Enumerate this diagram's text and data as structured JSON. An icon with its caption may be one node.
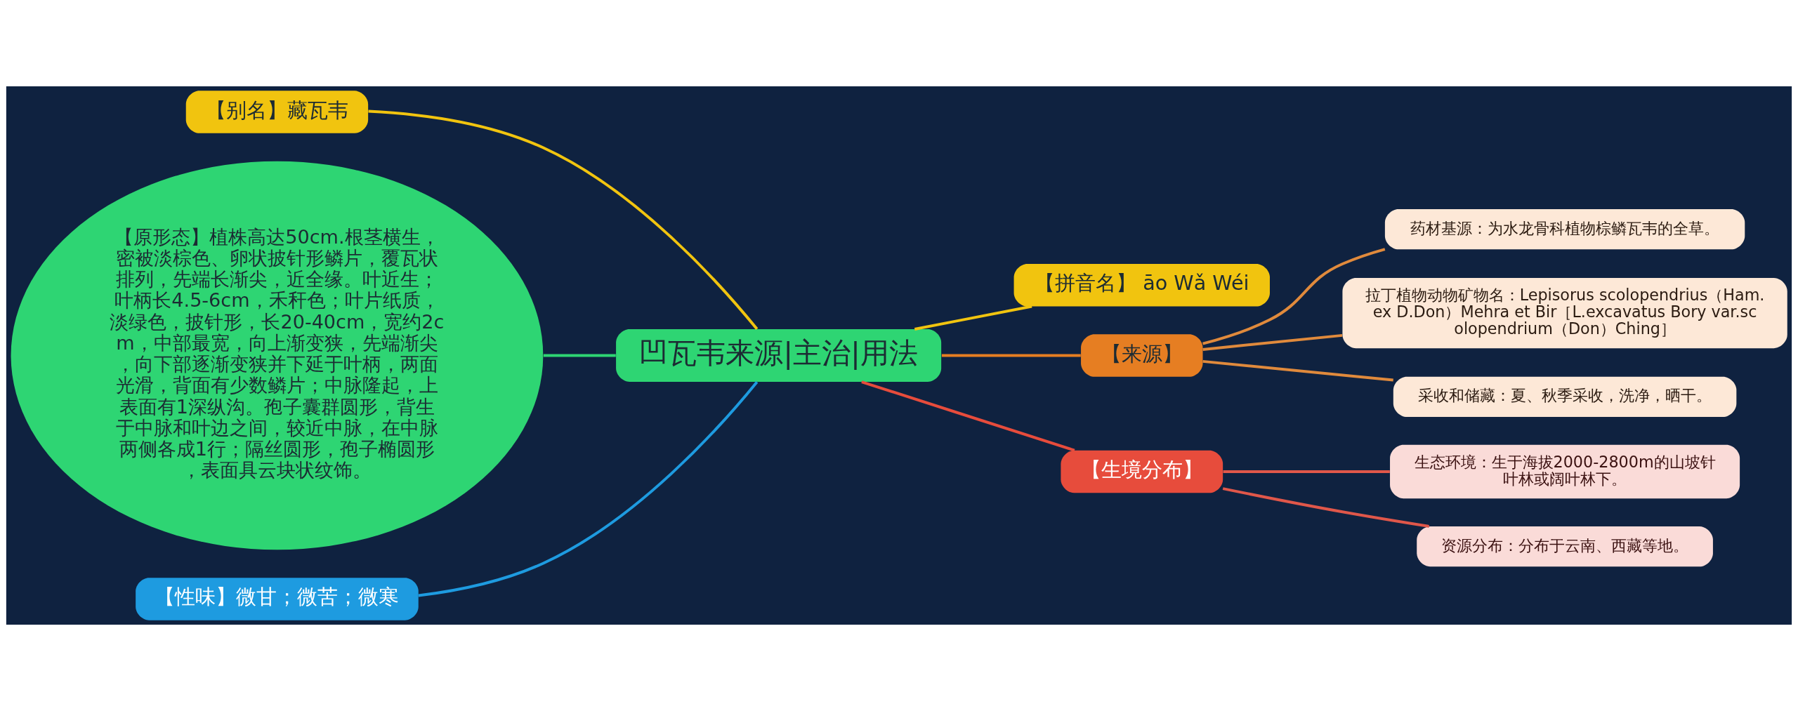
{
  "diagram": {
    "nodes": [
      {
        "text": [
          "凹瓦韦来源|主治|用法"
        ]
      },
      {
        "text": [
          "【别名】藏瓦韦"
        ]
      },
      {
        "text": [
          "【原形态】植株高达50cm.根茎横生，密被淡棕色、卵状披针形鳞片，覆瓦状排列，先端长渐尖，近全缘。叶近生；叶柄长4.5-6cm，禾秆色；叶片纸质，淡绿色，披针形，长20-40cm，宽约2cm，中部最宽，向上渐变狭，先端渐尖，向下部逐渐变狭并下延于叶柄，两面光滑，背面有少数鳞片；中脉隆起，上表面有1深纵沟。孢子囊群圆形，背生于中脉和叶边之间，较近中脉，在中脉两侧各成1行；隔丝圆形，孢子椭圆形，表面具云块状纹饰。"
        ]
      },
      {
        "text": [
          "【性味】微甘；微苦；微寒"
        ]
      },
      {
        "text": [
          "【拼音名】 āo Wǎ Wéi"
        ]
      },
      {
        "text": [
          "【来源】"
        ]
      },
      {
        "text": [
          "药材基源：为水龙骨科植物棕鳞瓦韦的全草。"
        ]
      },
      {
        "text": [
          "拉丁植物动物矿物名：Lepisorus scolopendrius（Ham.ex D.Don）Mehra et Bir［L.excavatus Bory var.scolopendrium（Don）Ching］"
        ]
      },
      {
        "text": [
          "采收和储藏：夏、秋季采收，洗净，晒干。"
        ]
      },
      {
        "text": [
          "【生境分布】"
        ]
      },
      {
        "text": [
          "生态环境：生于海拔2000-2800m的山坡针叶林或阔叶林下。"
        ]
      },
      {
        "text": [
          "资源分布：分布于云南、西藏等地。"
        ]
      }
    ],
    "edges": [
      {
        "from": 0,
        "to": 1,
        "arrow": "none",
        "color": "#f1c40f"
      },
      {
        "from": 0,
        "to": 2,
        "arrow": "none",
        "color": "#2ed573"
      },
      {
        "from": 0,
        "to": 3,
        "arrow": "none",
        "color": "#1e9be0"
      },
      {
        "from": 0,
        "to": 4,
        "arrow": "none",
        "color": "#f1c40f"
      },
      {
        "from": 0,
        "to": 5,
        "arrow": "none",
        "color": "#e67e22"
      },
      {
        "from": 5,
        "to": 6,
        "arrow": "none",
        "color": "#e08a3c"
      },
      {
        "from": 5,
        "to": 7,
        "arrow": "none",
        "color": "#e08a3c"
      },
      {
        "from": 5,
        "to": 8,
        "arrow": "none",
        "color": "#e08a3c"
      },
      {
        "from": 0,
        "to": 9,
        "arrow": "none",
        "color": "#e74c3c"
      },
      {
        "from": 9,
        "to": 10,
        "arrow": "none",
        "color": "#e0574a"
      },
      {
        "from": 9,
        "to": 11,
        "arrow": "none",
        "color": "#e0574a"
      }
    ]
  }
}
